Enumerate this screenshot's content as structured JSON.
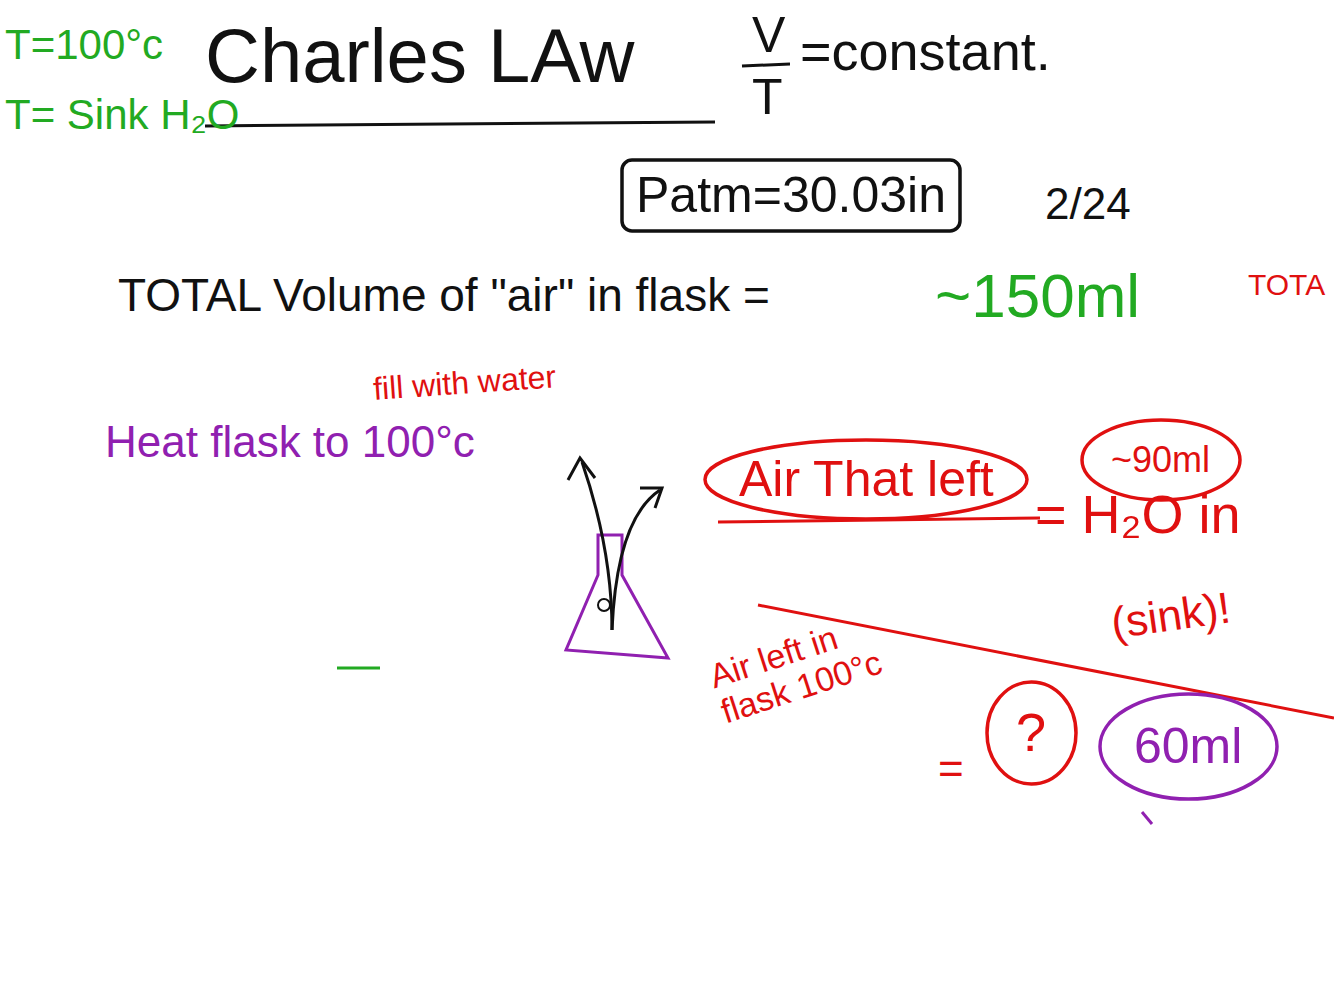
{
  "diagram": {
    "title": "Charles LAw",
    "nodes": [
      {
        "text": [
          "Patm=30.03in"
        ]
      },
      {
        "text": [
          "Air That left"
        ]
      },
      {
        "text": [
          "~90ml"
        ]
      },
      {
        "text": [
          "?"
        ]
      },
      {
        "text": [
          "60ml"
        ]
      }
    ],
    "labels": [
      "T=100°c",
      "T= Sink H₂O",
      "V",
      "T",
      "=constant.",
      "2/24",
      "TOTAL Volume of \"air\" in flask =",
      "~150ml",
      "TOTA",
      "fill with water",
      "Heat flask to 100°c",
      "= H₂O in",
      "(sink)!",
      "Air left in flask 100°c",
      "="
    ]
  }
}
